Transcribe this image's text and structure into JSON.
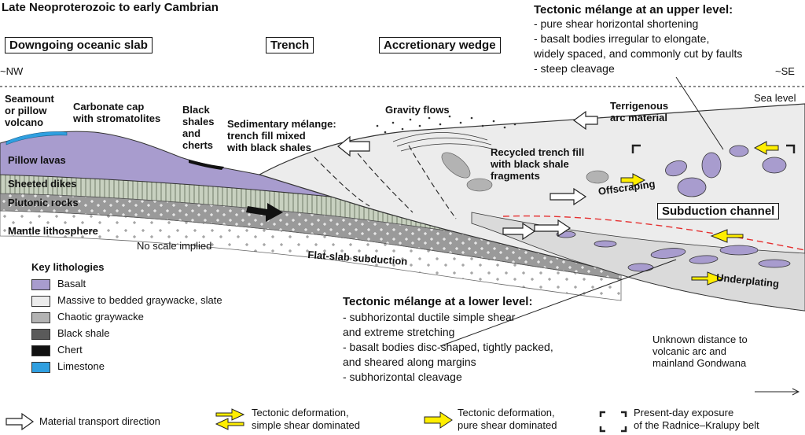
{
  "title": "Late Neoproterozoic to early Cambrian",
  "zones": {
    "slab": "Downgoing oceanic slab",
    "trench": "Trench",
    "wedge": "Accretionary wedge"
  },
  "orientation": {
    "left": "~NW",
    "right": "~SE"
  },
  "sea_level": "Sea level",
  "upper_melange": {
    "title": "Tectonic mélange at an upper level:",
    "lines": [
      "- pure shear horizontal shortening",
      "- basalt bodies irregular to elongate,",
      "widely spaced, and commonly cut by faults",
      "- steep cleavage"
    ]
  },
  "lower_melange": {
    "title": "Tectonic mélange at a lower level:",
    "lines": [
      "- subhorizontal ductile simple shear",
      "and extreme stretching",
      "- basalt bodies disc-shaped, tightly packed,",
      "and sheared along margins",
      "- subhorizontal cleavage"
    ]
  },
  "labels": {
    "seamount": [
      "Seamount",
      "or pillow",
      "volcano"
    ],
    "carbonate": [
      "Carbonate cap",
      "with stromatolites"
    ],
    "black_shales": [
      "Black",
      "shales",
      "and",
      "cherts"
    ],
    "sed_melange": [
      "Sedimentary mélange:",
      "trench fill mixed",
      "with black shales"
    ],
    "gravity_flows": "Gravity flows",
    "terrigenous": [
      "Terrigenous",
      "arc material"
    ],
    "recycled": [
      "Recycled trench fill",
      "with black shale",
      "fragments"
    ],
    "offscraping": "Offscraping",
    "subduction_channel": "Subduction channel",
    "underplating": "Underplating",
    "pillow_lavas": "Pillow lavas",
    "sheeted_dikes": "Sheeted dikes",
    "plutonic": "Plutonic rocks",
    "mantle": "Mantle lithosphere",
    "no_scale": "No scale implied",
    "flat_slab": "Flat-slab subduction",
    "unknown_distance": [
      "Unknown distance to",
      "volcanic arc and",
      "mainland Gondwana"
    ]
  },
  "key": {
    "title": "Key lithologies",
    "items": [
      {
        "label": "Basalt",
        "color": "#a89cce"
      },
      {
        "label": "Massive to bedded graywacke, slate",
        "color": "#ececec"
      },
      {
        "label": "Chaotic graywacke",
        "color": "#b3b3b3"
      },
      {
        "label": "Black shale",
        "color": "#5a5a5a"
      },
      {
        "label": "Chert",
        "color": "#111111"
      },
      {
        "label": "Limestone",
        "color": "#2f9fe0"
      }
    ]
  },
  "legend": {
    "transport": "Material transport direction",
    "simple_shear": [
      "Tectonic deformation,",
      "simple shear dominated"
    ],
    "pure_shear": [
      "Tectonic deformation,",
      "pure shear dominated"
    ],
    "exposure": [
      "Present-day exposure",
      "of the Radnice–Kralupy belt"
    ]
  },
  "colors": {
    "basalt": "#a89cce",
    "graywacke": "#ececec",
    "chaotic": "#b3b3b3",
    "black_shale": "#5a5a5a",
    "chert": "#111111",
    "limestone": "#2f9fe0",
    "dikes": "#c8d1c0",
    "plutonic": "#9a9a9a",
    "shear_arrow": "#ffee00",
    "subduction_line": "#e53030"
  }
}
